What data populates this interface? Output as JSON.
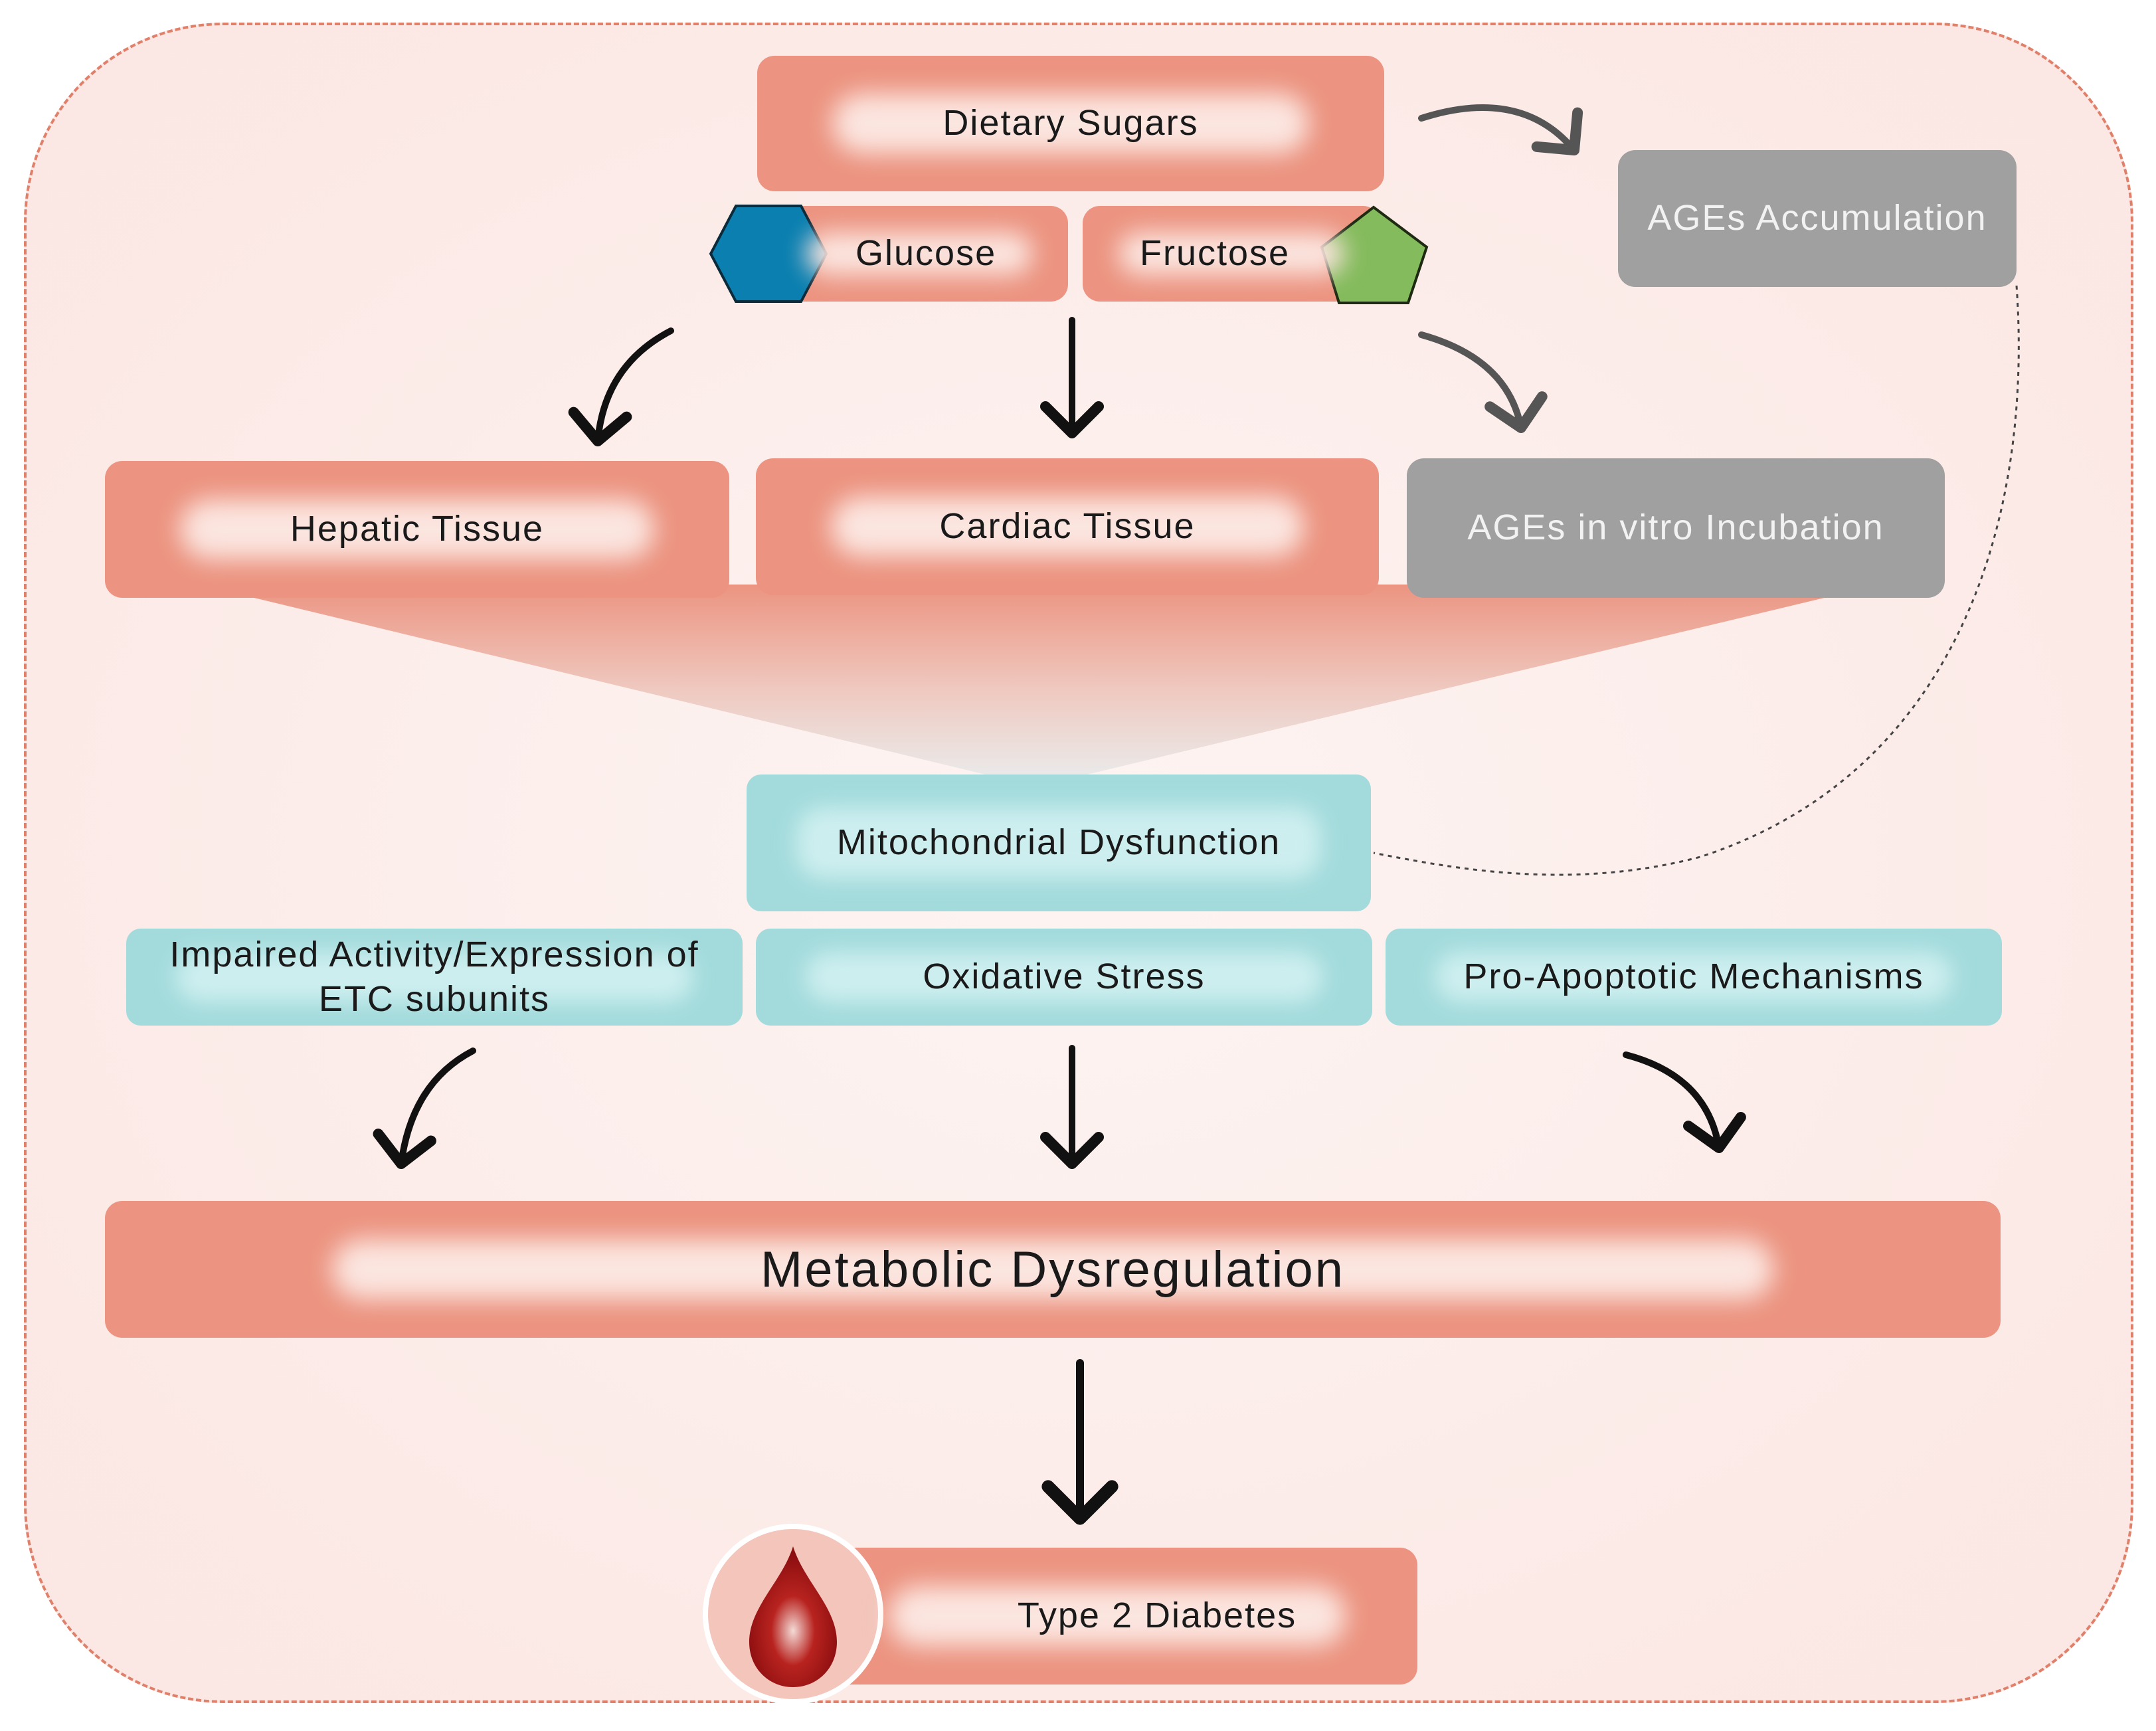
{
  "nodes": {
    "dietary_sugars": "Dietary Sugars",
    "glucose": "Glucose",
    "fructose": "Fructose",
    "ages_accumulation": "AGEs Accumulation",
    "hepatic_tissue": "Hepatic Tissue",
    "cardiac_tissue": "Cardiac Tissue",
    "ages_in_vitro": "AGEs in vitro Incubation",
    "mitochondrial_dysfunction": "Mitochondrial Dysfunction",
    "impaired_etc": "Impaired Activity/Expression of ETC subunits",
    "oxidative_stress": "Oxidative Stress",
    "pro_apoptotic": "Pro-Apoptotic Mechanisms",
    "metabolic_dysregulation": "Metabolic Dysregulation",
    "type2_diabetes": "Type 2 Diabetes"
  },
  "icons": {
    "glucose": "hexagon-icon",
    "fructose": "pentagon-icon",
    "diabetes": "blood-drop-icon"
  },
  "colors": {
    "salmon": "#ec9481",
    "gray": "#a0a0a0",
    "teal": "#a3dbdc",
    "glucose": "#0a7fb0",
    "fructose": "#84bb5c",
    "blood": "#a80f14",
    "frame_border": "#e0806a"
  }
}
